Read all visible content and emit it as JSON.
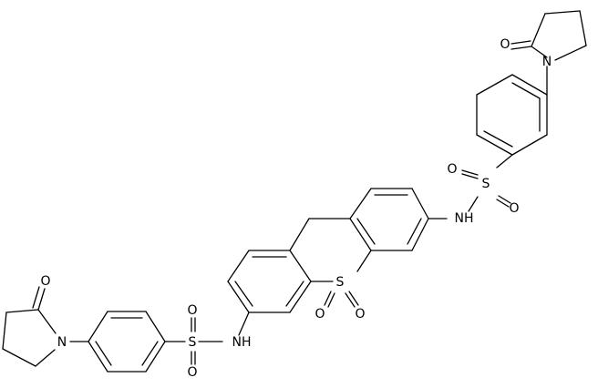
{
  "molecule": {
    "atoms": {
      "o_pyr_r": "O",
      "n_pyr_r": "N",
      "s_r": "S",
      "o_s_r_top": "O",
      "o_s_r_bot": "O",
      "nh_r": "NH",
      "s_core": "S",
      "o_core_left": "O",
      "o_core_right": "O",
      "nh_l": "NH",
      "s_l": "S",
      "o_s_l_top": "O",
      "o_s_l_bot": "O",
      "n_pyr_l": "N",
      "o_pyr_l": "O"
    }
  }
}
